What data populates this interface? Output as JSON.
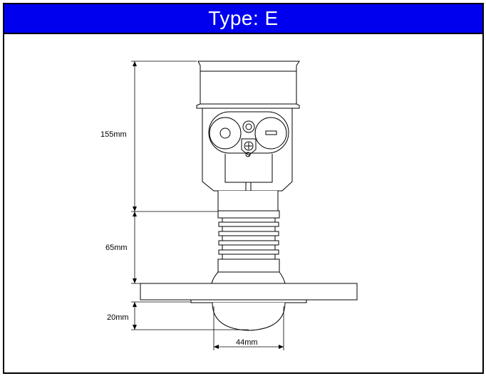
{
  "header": {
    "title": "Type: E",
    "background": "#0000ee",
    "text_color": "#ffffff"
  },
  "dimensions": {
    "head_height": "155mm",
    "neck_height": "65mm",
    "antenna_height": "20mm",
    "antenna_width": "44mm"
  },
  "icons": [
    "display-window-icon",
    "screw-icon",
    "ground-symbol-icon"
  ]
}
